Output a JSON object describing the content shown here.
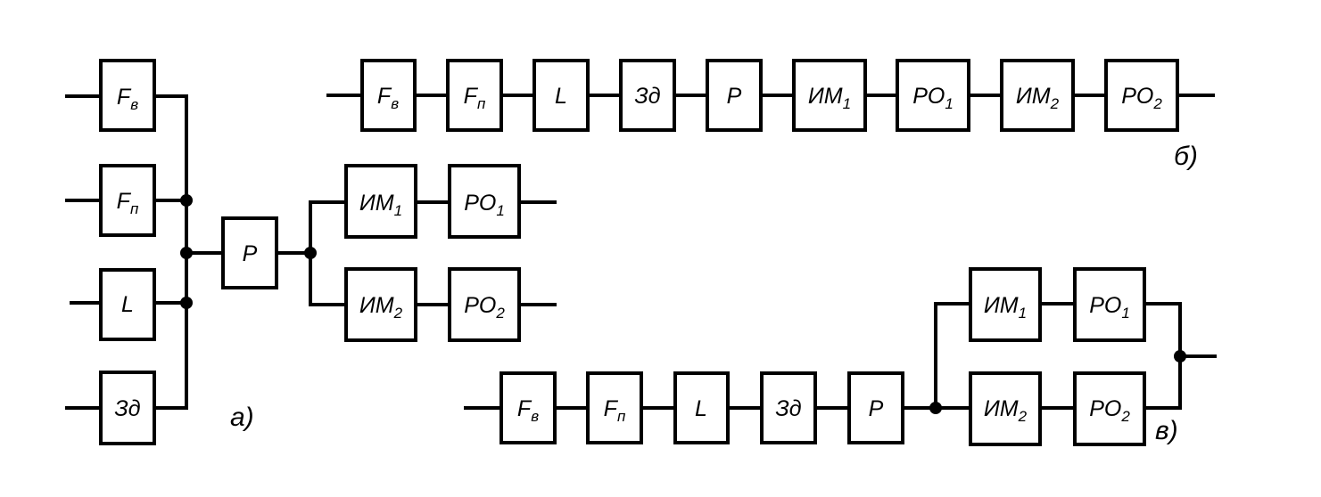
{
  "diagram_a": {
    "caption": "а)",
    "inputs": [
      {
        "main": "F",
        "sub": "в"
      },
      {
        "main": "F",
        "sub": "п"
      },
      {
        "main": "L",
        "sub": ""
      },
      {
        "main": "Зд",
        "sub": ""
      }
    ],
    "regulator": {
      "main": "Р",
      "sub": ""
    },
    "branches": [
      [
        {
          "main": "ИМ",
          "sub": "1"
        },
        {
          "main": "РО",
          "sub": "1"
        }
      ],
      [
        {
          "main": "ИМ",
          "sub": "2"
        },
        {
          "main": "РО",
          "sub": "2"
        }
      ]
    ]
  },
  "diagram_b": {
    "caption": "б)",
    "chain": [
      {
        "main": "F",
        "sub": "в"
      },
      {
        "main": "F",
        "sub": "п"
      },
      {
        "main": "L",
        "sub": ""
      },
      {
        "main": "Зд",
        "sub": ""
      },
      {
        "main": "Р",
        "sub": ""
      },
      {
        "main": "ИМ",
        "sub": "1"
      },
      {
        "main": "РО",
        "sub": "1"
      },
      {
        "main": "ИМ",
        "sub": "2"
      },
      {
        "main": "РО",
        "sub": "2"
      }
    ]
  },
  "diagram_c": {
    "caption": "в)",
    "chain": [
      {
        "main": "F",
        "sub": "в"
      },
      {
        "main": "F",
        "sub": "п"
      },
      {
        "main": "L",
        "sub": ""
      },
      {
        "main": "Зд",
        "sub": ""
      },
      {
        "main": "Р",
        "sub": ""
      }
    ],
    "branches": [
      [
        {
          "main": "ИМ",
          "sub": "1"
        },
        {
          "main": "РО",
          "sub": "1"
        }
      ],
      [
        {
          "main": "ИМ",
          "sub": "2"
        },
        {
          "main": "РО",
          "sub": "2"
        }
      ]
    ]
  }
}
